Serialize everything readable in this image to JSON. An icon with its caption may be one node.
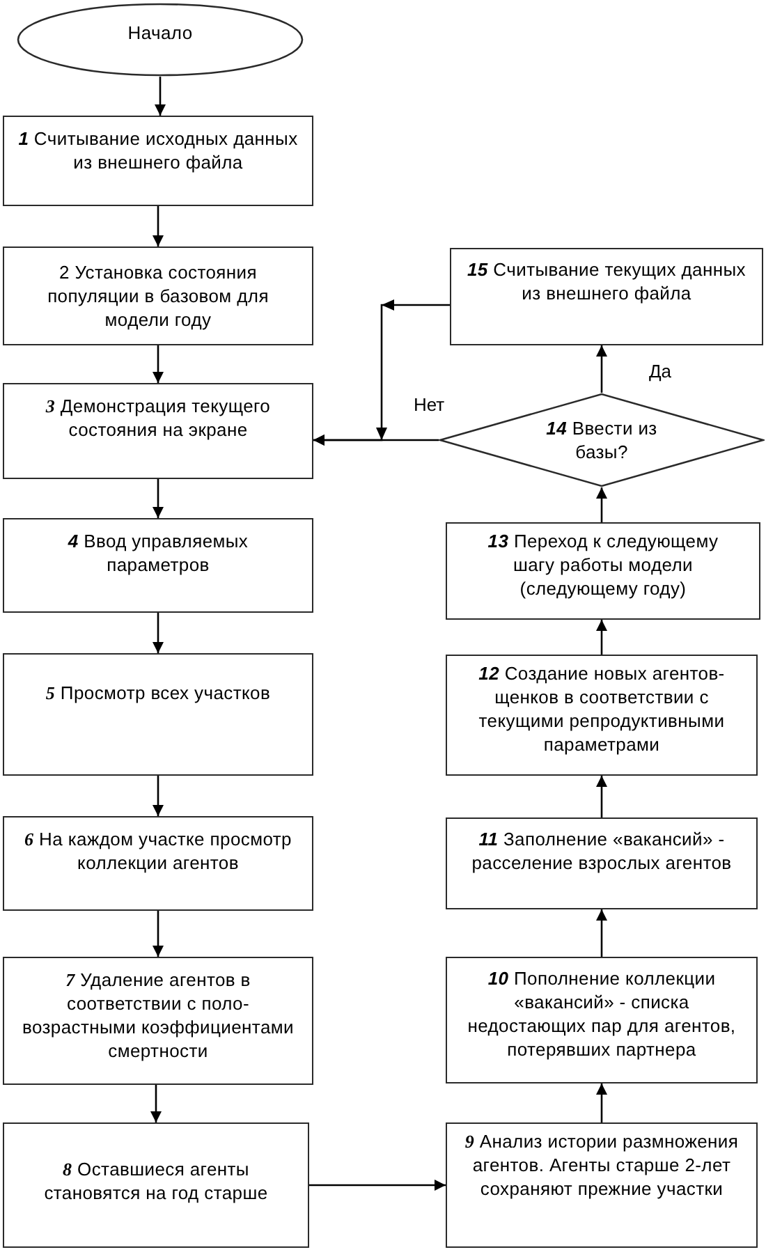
{
  "diagram": {
    "nodes": [
      {
        "text": [
          "Начало"
        ]
      },
      {
        "text": [
          "**1** Считывание исходных данных из внешнего файла"
        ]
      },
      {
        "text": [
          "2 Установка состояния популяции в базовом для модели году"
        ]
      },
      {
        "text": [
          "**3** Демонстрация текущего состояния на экране"
        ]
      },
      {
        "text": [
          "**4** Ввод управляемых параметров"
        ]
      },
      {
        "text": [
          "**5** Просмотр всех участков"
        ]
      },
      {
        "text": [
          "**6** На каждом участке просмотр коллекции агентов"
        ]
      },
      {
        "text": [
          "**7** Удаление агентов в соответствии с поло-возрастными коэффициентами смертности"
        ]
      },
      {
        "text": [
          "**8** Оставшиеся агенты становятся на год старше"
        ]
      },
      {
        "text": [
          "**9** Анализ истории размножения агентов. Агенты старше 2-лет сохраняют прежние участки"
        ]
      },
      {
        "text": [
          "**10** Пополнение коллекции «вакансий» - списка недостающих пар для агентов, потерявших партнера"
        ]
      },
      {
        "text": [
          "**11** Заполнение «вакансий» - расселение взрослых агентов"
        ]
      },
      {
        "text": [
          "**12** Создание новых агентов-щенков в соответствии с текущими репродуктивными параметрами"
        ]
      },
      {
        "text": [
          "**13** Переход к следующему шагу работы модели (следующему году)"
        ]
      },
      {
        "text": [
          "**14** Ввести из базы?"
        ]
      },
      {
        "text": [
          "**15** Считывание текущих данных из внешнего файла"
        ]
      }
    ],
    "edges": [
      {
        "from": 0,
        "to": 1,
        "arrow": "to"
      },
      {
        "from": 1,
        "to": 2,
        "arrow": "to"
      },
      {
        "from": 2,
        "to": 3,
        "arrow": "to"
      },
      {
        "from": 3,
        "to": 4,
        "arrow": "to"
      },
      {
        "from": 4,
        "to": 5,
        "arrow": "to"
      },
      {
        "from": 5,
        "to": 6,
        "arrow": "to"
      },
      {
        "from": 6,
        "to": 7,
        "arrow": "to"
      },
      {
        "from": 7,
        "to": 8,
        "arrow": "to"
      },
      {
        "from": 8,
        "to": 9,
        "arrow": "to"
      },
      {
        "from": 9,
        "to": 10,
        "arrow": "to"
      },
      {
        "from": 10,
        "to": 11,
        "arrow": "to"
      },
      {
        "from": 11,
        "to": 12,
        "arrow": "to"
      },
      {
        "from": 12,
        "to": 13,
        "arrow": "to"
      },
      {
        "from": 13,
        "to": 14,
        "arrow": "to"
      },
      {
        "from": 14,
        "to": 15,
        "label": "Да",
        "arrow": "to"
      },
      {
        "from": 14,
        "to": 3,
        "label": "Нет",
        "arrow": "to"
      },
      {
        "from": 15,
        "to": 3,
        "arrow": "to"
      }
    ]
  }
}
